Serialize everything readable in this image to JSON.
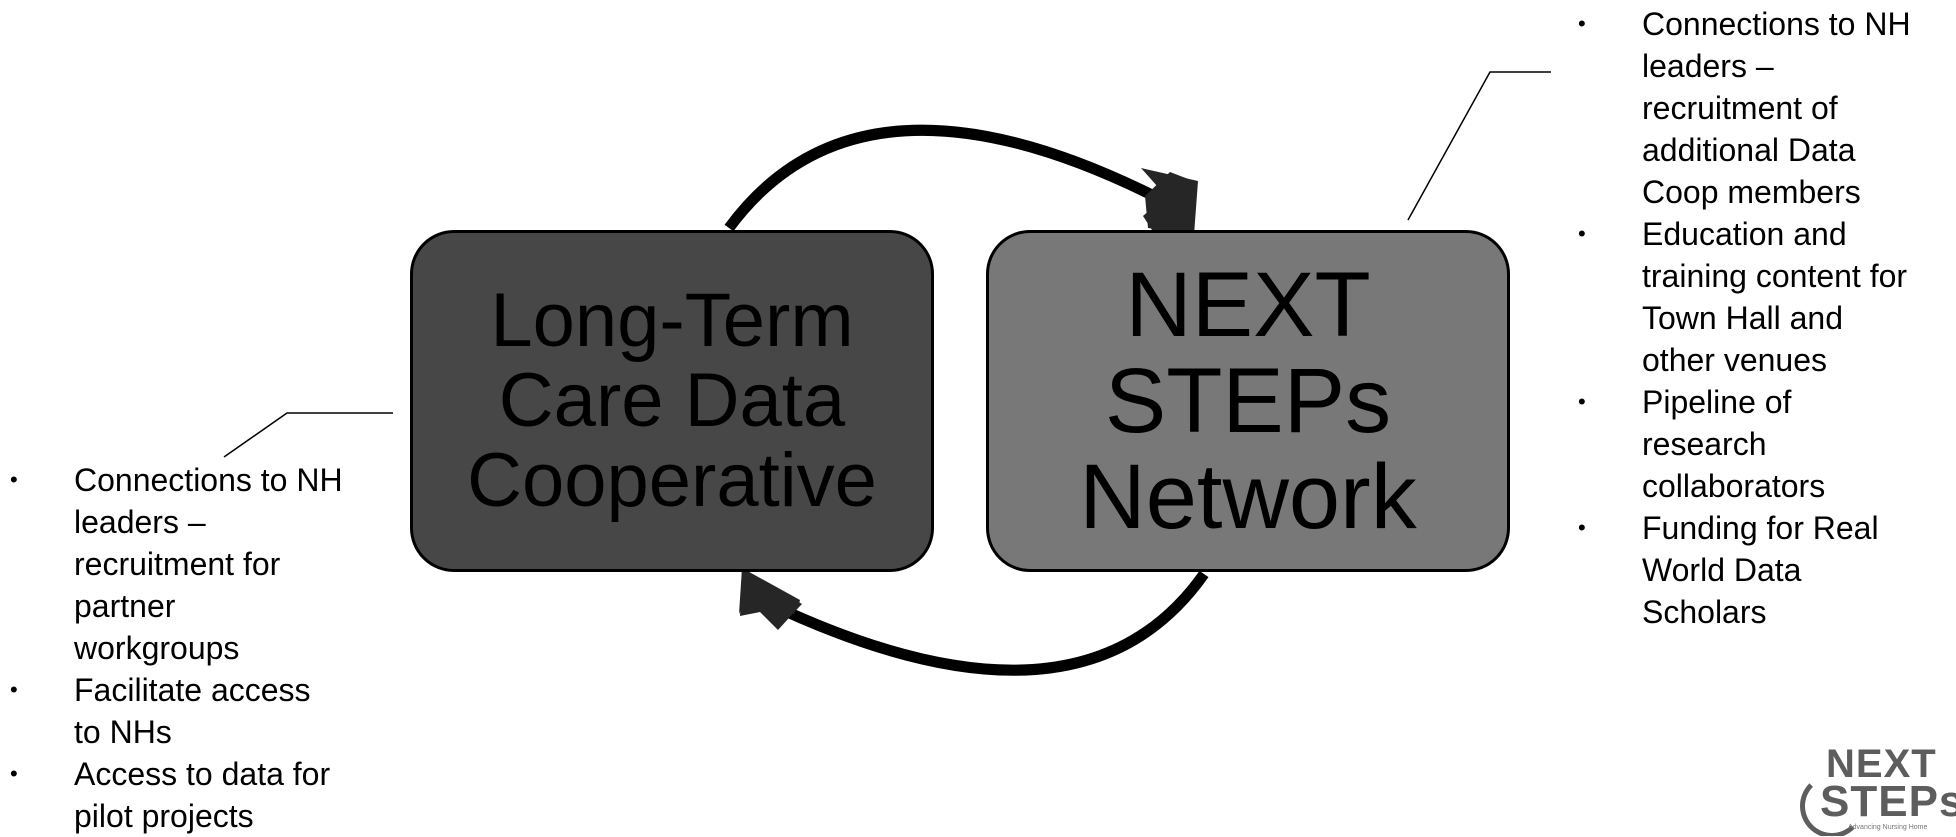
{
  "colors": {
    "box_left_fill": "#474747",
    "box_right_fill": "#787878",
    "arrow": "#000000",
    "arrowhead": "#262626",
    "text": "#000000"
  },
  "boxes": {
    "left": {
      "lines": [
        "Long-Term",
        "Care Data",
        "Cooperative"
      ]
    },
    "right": {
      "lines": [
        "NEXT",
        "STEPs",
        "Network"
      ]
    }
  },
  "left_bullets": {
    "items": [
      {
        "lines": [
          "Connections to NH",
          "leaders –",
          "recruitment for",
          "partner",
          "workgroups"
        ]
      },
      {
        "lines": [
          "Facilitate access",
          "to NHs"
        ]
      },
      {
        "lines": [
          "Access to data for",
          "pilot projects"
        ]
      }
    ]
  },
  "right_bullets": {
    "items": [
      {
        "lines": [
          "Connections to NH",
          "leaders –",
          "recruitment of",
          "additional Data",
          "Coop members"
        ]
      },
      {
        "lines": [
          "Education and",
          "training content for",
          "Town Hall and",
          "other venues"
        ]
      },
      {
        "lines": [
          "Pipeline of",
          "research",
          "collaborators"
        ]
      },
      {
        "lines": [
          "Funding for Real",
          "World Data",
          "Scholars"
        ]
      }
    ]
  },
  "bullet_char": "•",
  "logo": {
    "top": "NEXT",
    "bottom": "STEPs",
    "tagline": "Advancing Nursing Home"
  }
}
